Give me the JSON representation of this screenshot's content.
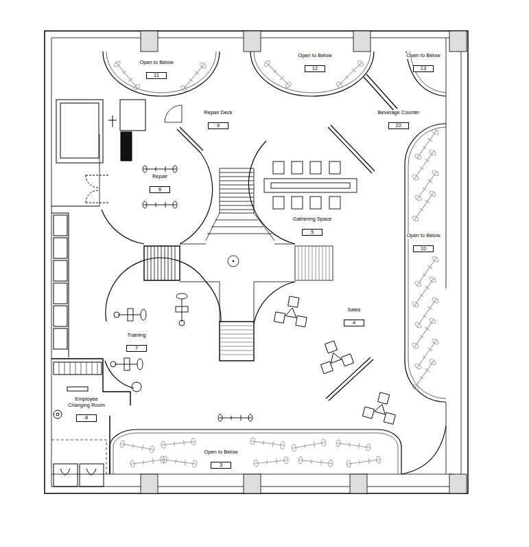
{
  "diagram": {
    "nodes": [
      {
        "text": [
          "Open to Below",
          "11"
        ]
      },
      {
        "text": [
          "Open to Below",
          "12"
        ]
      },
      {
        "text": [
          "Open to Below",
          "13"
        ]
      },
      {
        "text": [
          "Repair Deck",
          "9"
        ]
      },
      {
        "text": [
          "Beverage Counter",
          "22"
        ]
      },
      {
        "text": [
          "Repair",
          "6"
        ]
      },
      {
        "text": [
          "Gathering Space",
          "5"
        ]
      },
      {
        "text": [
          "Open to Below",
          "10"
        ]
      },
      {
        "text": [
          "Sales",
          "4"
        ]
      },
      {
        "text": [
          "Training",
          "7"
        ]
      },
      {
        "text": [
          "Employee Changing Room",
          "8"
        ]
      },
      {
        "text": [
          "Open to Below",
          "3"
        ]
      }
    ]
  }
}
